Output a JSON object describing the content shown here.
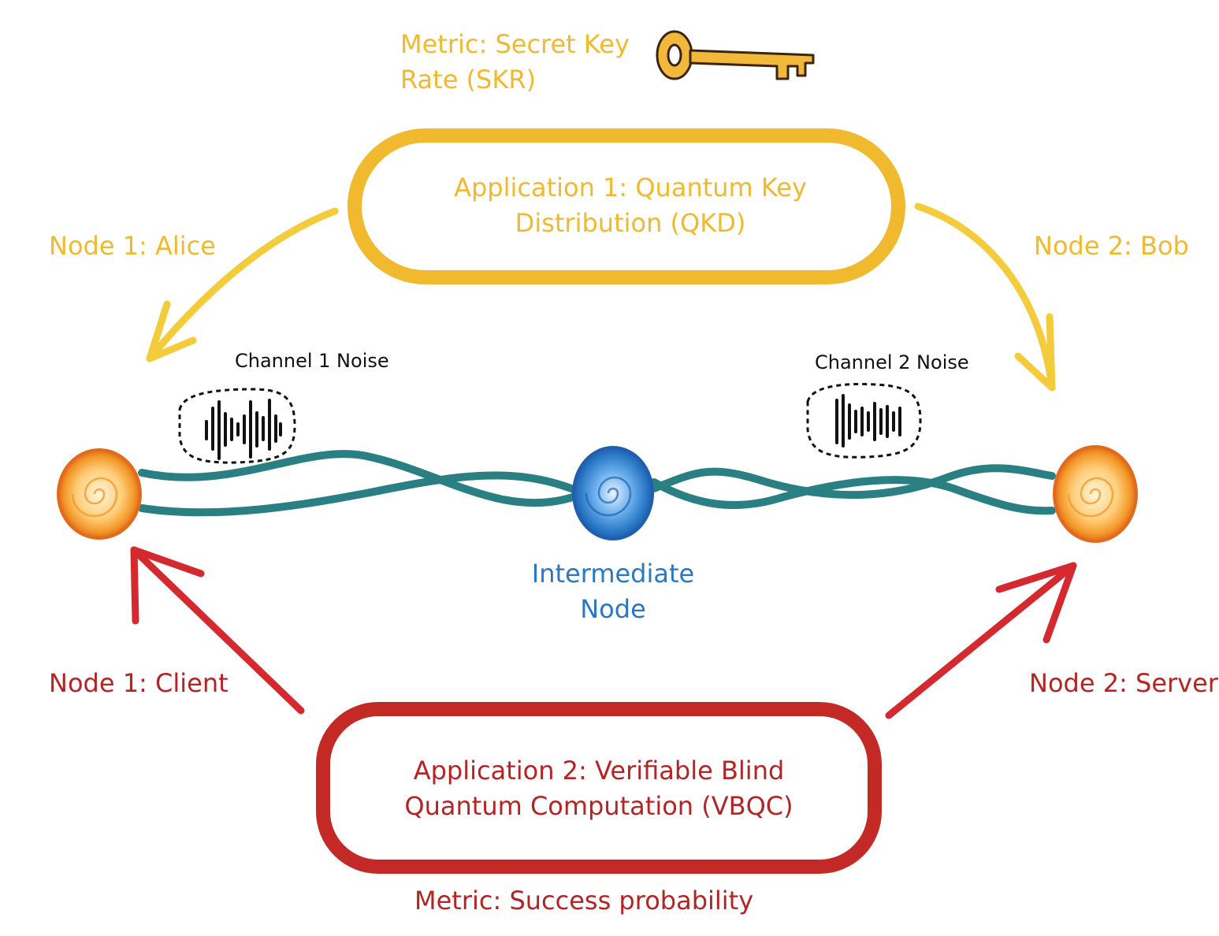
{
  "metric_top": {
    "line1": "Metric: Secret Key",
    "line2": "Rate (SKR)"
  },
  "app1": {
    "line1": "Application 1: Quantum Key",
    "line2": "Distribution (QKD)"
  },
  "node1_top": "Node 1: Alice",
  "node2_top": "Node 2: Bob",
  "channel1": "Channel 1 Noise",
  "channel2": "Channel 2 Noise",
  "intermediate": {
    "line1": "Intermediate",
    "line2": "Node"
  },
  "node1_bottom": "Node 1: Client",
  "node2_bottom": "Node 2: Server",
  "app2": {
    "line1": "Application 2: Verifiable Blind",
    "line2": "Quantum Computation (VBQC)"
  },
  "metric_bottom": "Metric: Success probability",
  "colors": {
    "qkd": "#f0b92e",
    "vbqc": "#c42a25",
    "intermediate": "#2a78c4",
    "end_nodes": "#f39a2a",
    "fiber": "#2a7f83"
  },
  "icons": [
    "key-icon",
    "soundwave-icon"
  ]
}
